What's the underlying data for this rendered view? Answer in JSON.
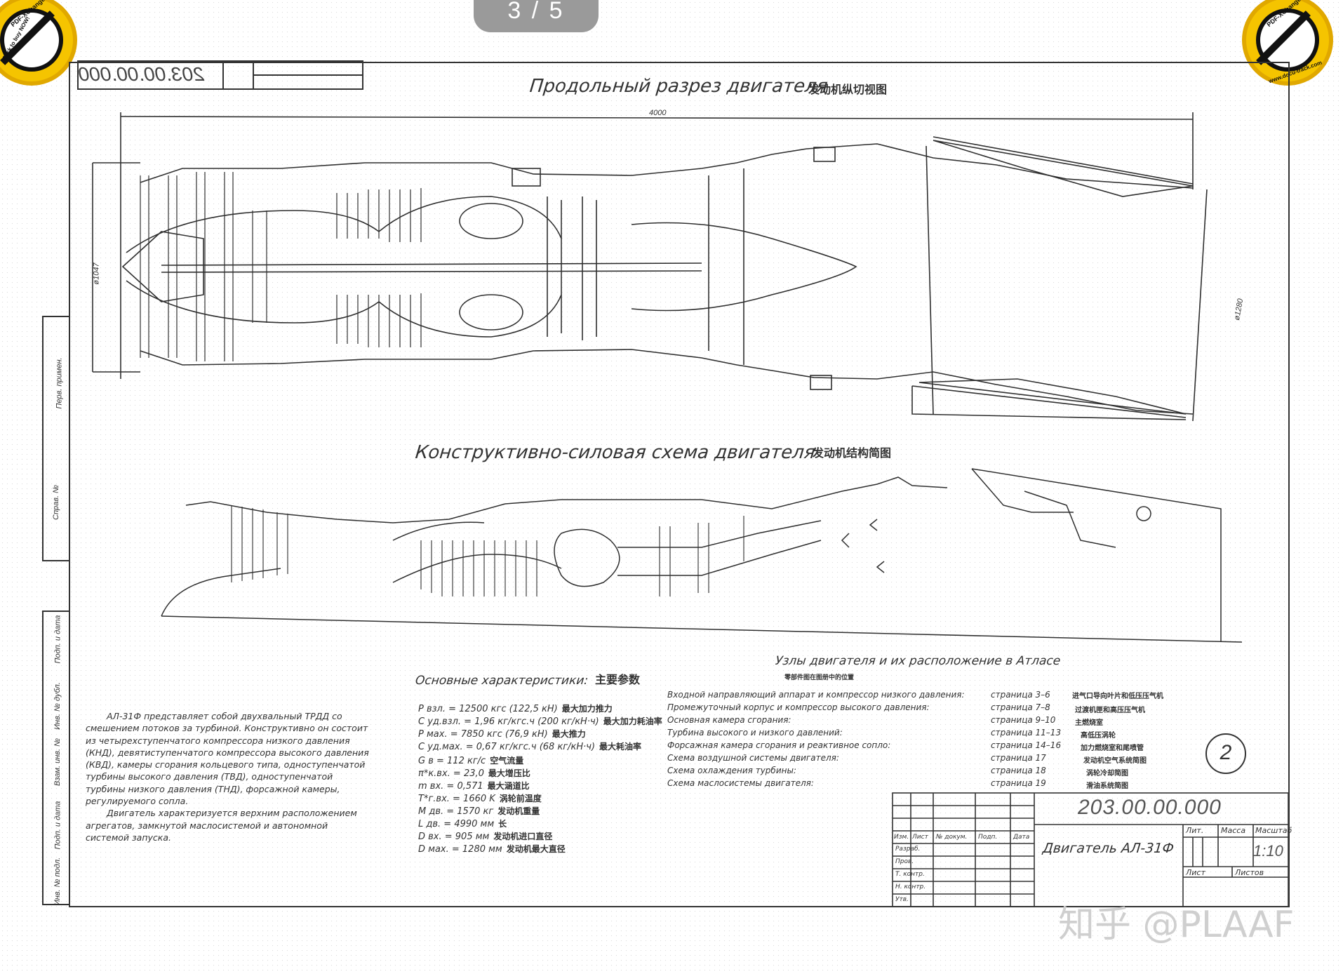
{
  "viewer": {
    "page_indicator": "3 / 5"
  },
  "badges": {
    "left_text": "PDF-XChange Viewer",
    "right_text": "PDF-XChange Viewer",
    "sub_text": "Click to buy NOW!",
    "url": "www.docu-track.com"
  },
  "drawing": {
    "code_top": "203.00.00.000",
    "section_title_ru": "Продольный разрез двигателя",
    "section_title_cn": "发动机纵切视图",
    "dim_length": "4000",
    "dim_diameter": "ø1047",
    "dim_diameter2": "ø1280",
    "scheme_title_ru": "Конструктивно-силовая схема двигателя",
    "scheme_title_cn": "发动机结构简图",
    "left_margin_labels": [
      "Перв. примен.",
      "Справ. №",
      "Подп. и дата",
      "Инв. № дубл.",
      "Взам. инв. №",
      "Подп. и дата",
      "Инв. № подл."
    ]
  },
  "characteristics": {
    "title_ru": "Основные характеристики:",
    "title_cn": "主要参数",
    "lines": [
      {
        "ru": "P взл. = 12500 кгс      (122,5 кН)",
        "cn": "最大加力推力"
      },
      {
        "ru": "C уд.взл. = 1,96 кг/кгс.ч  (200 кг/кН·ч)",
        "cn": "最大加力耗油率"
      },
      {
        "ru": "P мах. = 7850 кгс      (76,9 кН)",
        "cn": "最大推力"
      },
      {
        "ru": "C уд.мах. = 0,67 кг/кгс.ч  (68 кг/кН·ч)",
        "cn": "最大耗油率"
      },
      {
        "ru": "G в = 112 кг/с",
        "cn": "空气流量"
      },
      {
        "ru": "π*к.вх. = 23,0",
        "cn": "最大增压比"
      },
      {
        "ru": "m вх. = 0,571",
        "cn": "最大涵道比"
      },
      {
        "ru": "T*г.вх. = 1660 K",
        "cn": "涡轮前温度"
      },
      {
        "ru": "M дв. = 1570 кг",
        "cn": "发动机重量"
      },
      {
        "ru": "L дв. = 4990 мм",
        "cn": "长"
      },
      {
        "ru": "D вх. = 905 мм",
        "cn": "发动机进口直径"
      },
      {
        "ru": "D мах. = 1280 мм",
        "cn": "发动机最大直径"
      }
    ]
  },
  "description": {
    "paragraphs": [
      "АЛ-31Ф представляет собой двухвальный ТРДД со смешением потоков за турбиной. Конструктивно он состоит из четырехступенчатого компрессора низкого давления (КНД), девятиступенчатого компрессора высокого давления (КВД), камеры сгорания кольцевого типа, одноступенчатой турбины высокого давления (ТВД), одноступенчатой турбины низкого давления (ТНД), форсажной камеры, регулируемого сопла.",
      "Двигатель характеризуется верхним расположением агрегатов, замкнутой маслосистемой и автономной системой запуска."
    ]
  },
  "nodes": {
    "title_ru": "Узлы двигателя и их расположение в Атласе",
    "title_cn": "零部件图在图册中的位置",
    "items": [
      {
        "ru": "Входной направляющий аппарат и компрессор низкого давления:",
        "page": "страница 3–6",
        "cn": "进气口导向叶片和低压压气机"
      },
      {
        "ru": "Промежуточный корпус и компрессор высокого давления:",
        "page": "страница 7–8",
        "cn": "过渡机匣和高压压气机"
      },
      {
        "ru": "Основная камера сгорания:",
        "page": "страница 9–10",
        "cn": "主燃烧室"
      },
      {
        "ru": "Турбина высокого и низкого давлений:",
        "page": "страница 11–13",
        "cn": "高低压涡轮"
      },
      {
        "ru": "Форсажная камера сгорания и реактивное сопло:",
        "page": "страница 14–16",
        "cn": "加力燃烧室和尾喷管"
      },
      {
        "ru": "Схема воздушной системы двигателя:",
        "page": "страница 17",
        "cn": "发动机空气系统简图"
      },
      {
        "ru": "Схема охлаждения турбины:",
        "page": "страница 18",
        "cn": "涡轮冷却简图"
      },
      {
        "ru": "Схема маслосистемы двигателя:",
        "page": "страница 19",
        "cn": "滑油系统简图"
      }
    ]
  },
  "sheet_number": "2",
  "title_block": {
    "code": "203.00.00.000",
    "name": "Двигатель АЛ-31Ф",
    "scale": "1:10",
    "col_lit": "Лит.",
    "col_mass": "Масса",
    "col_scale": "Масштаб",
    "sheet": "Лист",
    "sheets": "Листов",
    "rows": [
      "Изм.",
      "Лист",
      "№ докум.",
      "Подп.",
      "Дата",
      "Разраб.",
      "Пров.",
      "Т. контр.",
      "Н. контр.",
      "Утв."
    ]
  },
  "watermark": "知乎 @PLAAF"
}
